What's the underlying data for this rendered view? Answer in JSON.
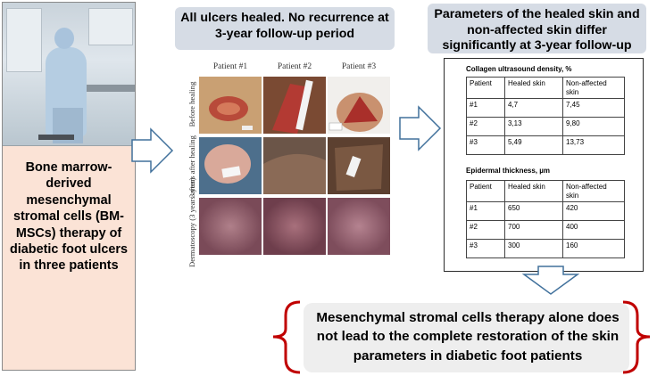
{
  "left_panel": {
    "text": "Bone marrow-derived mesenchymal stromal cells (BM-MSCs) therapy of diabetic foot ulcers in three patients"
  },
  "center": {
    "header": "All ulcers healed. No recurrence at 3-year follow-up period",
    "columns": [
      "Patient #1",
      "Patient #2",
      "Patient #3"
    ],
    "rows": [
      "Before healing",
      "3 years after healing",
      "Dermatoscopy (3 years after)"
    ]
  },
  "right": {
    "header": "Parameters of the healed skin and non-affected skin differ significantly at 3-year follow-up",
    "table1": {
      "title": "Collagen ultrasound density, %",
      "headers": [
        "Patient",
        "Healed skin",
        "Non-affected skin"
      ],
      "rows": [
        [
          "#1",
          "4,7",
          "7,45"
        ],
        [
          "#2",
          "3,13",
          "9,80"
        ],
        [
          "#3",
          "5,49",
          "13,73"
        ]
      ]
    },
    "table2": {
      "title": "Epidermal thickness, µm",
      "headers": [
        "Patient",
        "Healed skin",
        "Non-affected skin"
      ],
      "rows": [
        [
          "#1",
          "650",
          "420"
        ],
        [
          "#2",
          "700",
          "400"
        ],
        [
          "#3",
          "300",
          "160"
        ]
      ]
    }
  },
  "conclusion": {
    "text": "Mesenchymal stromal cells therapy alone does not lead to the complete restoration of  the skin parameters in diabetic foot patients"
  },
  "colors": {
    "left_panel_bg": "#fbe3d6",
    "header_bg": "#d6dce5",
    "conclusion_bg": "#eeeeee",
    "brace": "#c00000",
    "arrow_outline": "#41719c"
  }
}
